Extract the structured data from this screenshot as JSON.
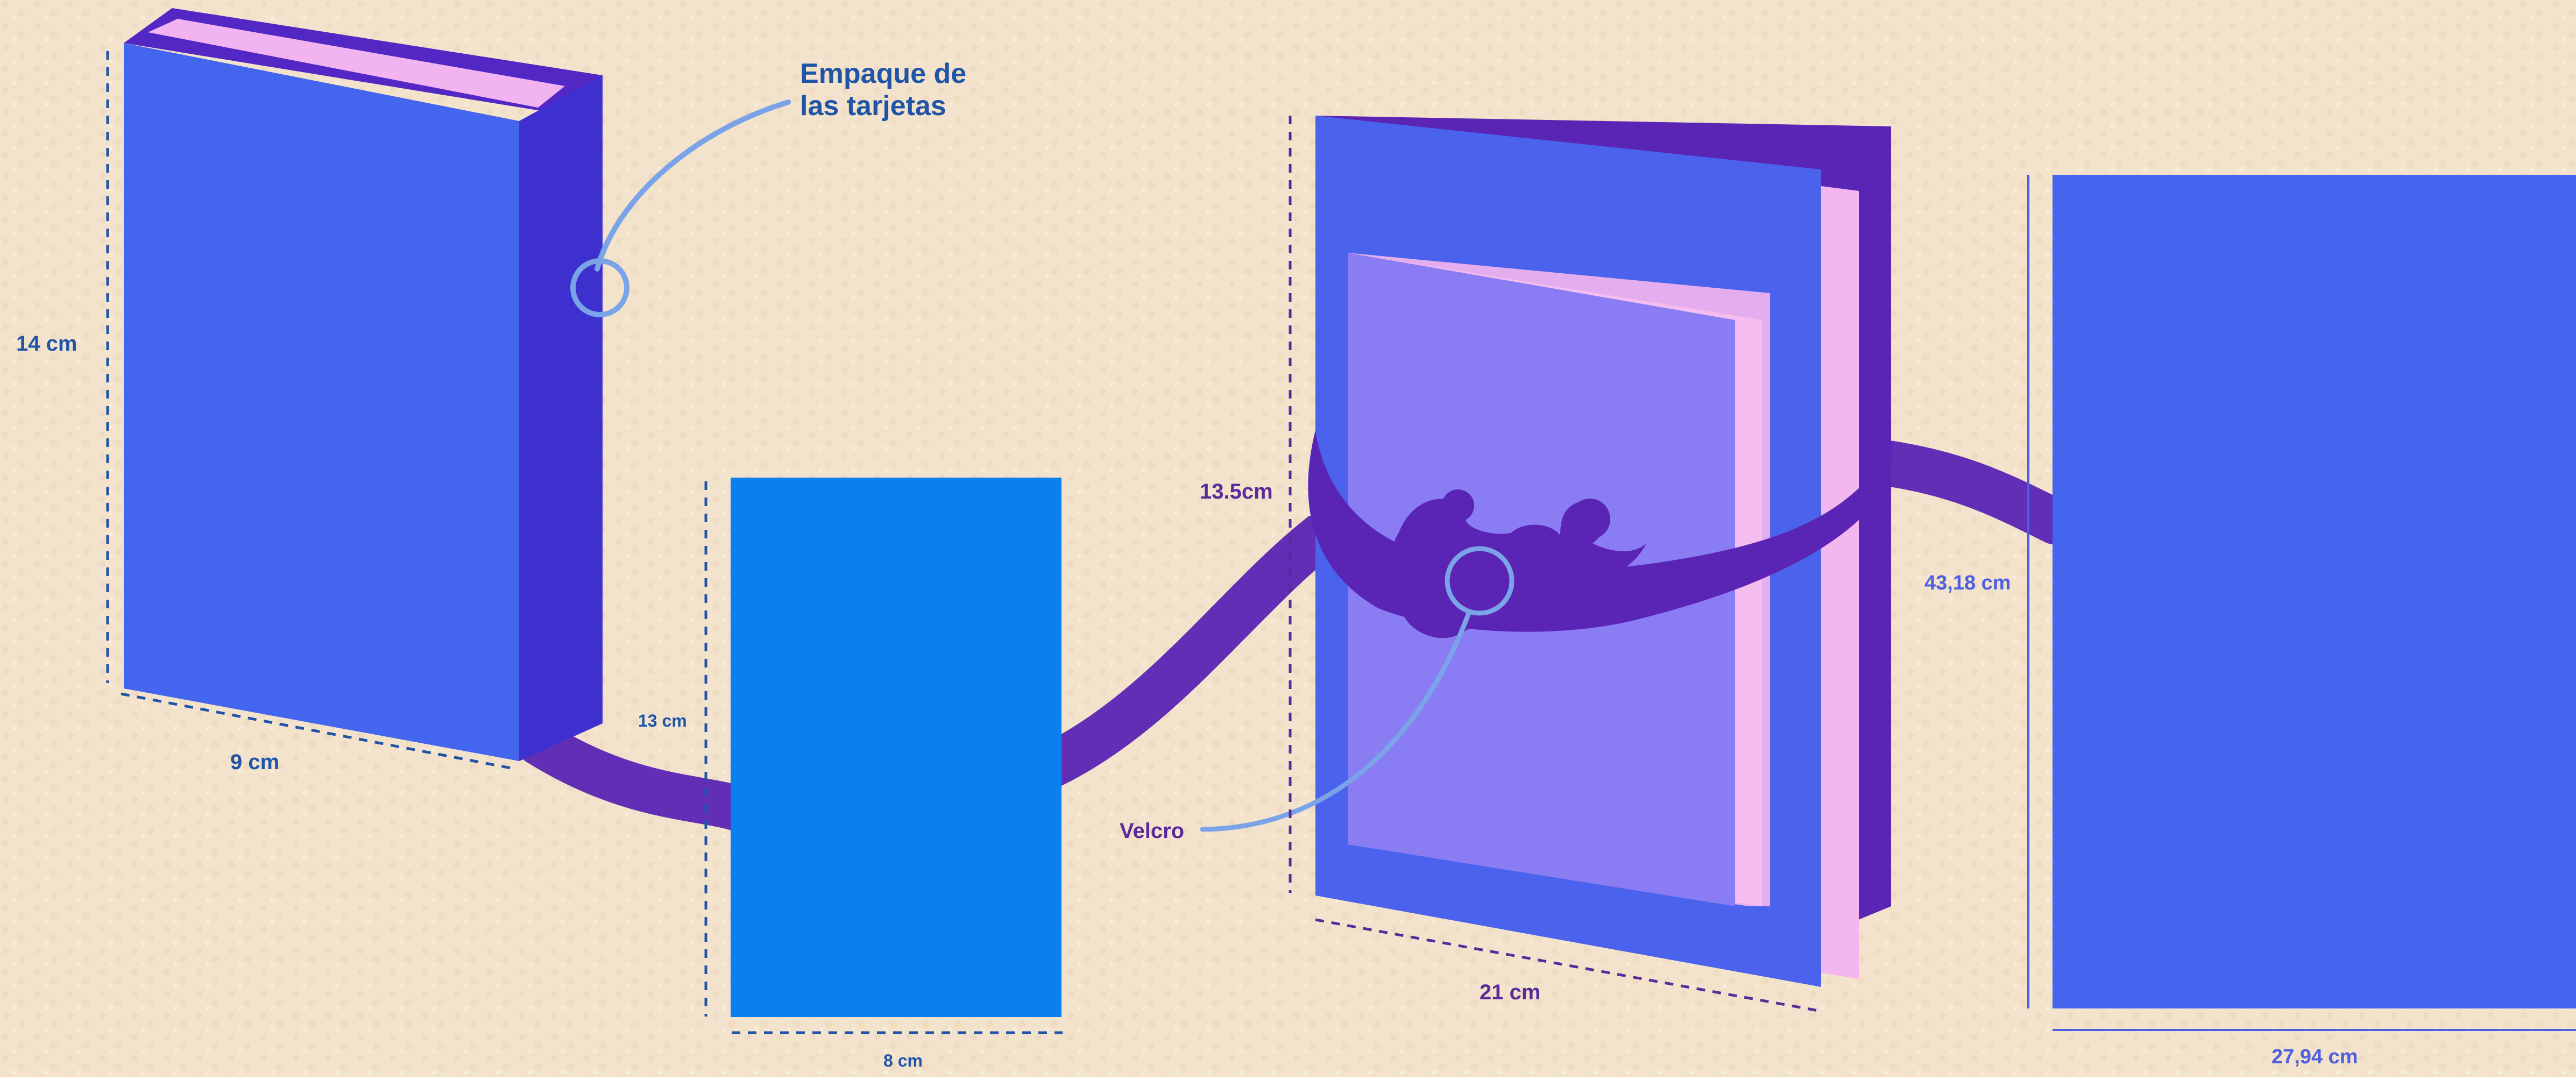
{
  "colors": {
    "background": "#f3e3cc",
    "blue_main": "#4466ee",
    "blue_side": "#3f2fd0",
    "blue_bright": "#0a7fef",
    "purple_band": "#5a24b4",
    "pink": "#f4b6ee",
    "lavender": "#8a7df4",
    "light_blue_line": "#7aa3e8",
    "dim_dark_blue": "#1f54a6",
    "dim_purple": "#5a2a9a",
    "dim_light": "#4d5fe0"
  },
  "labels": {
    "box_height": "14 cm",
    "box_width": "9 cm",
    "card_package_line1": "Empaque de",
    "card_package_line2": "las tarjetas",
    "card_height": "13 cm",
    "card_width": "8 cm",
    "book_height": "13.5cm",
    "book_width": "21 cm",
    "velcro": "Velcro",
    "sheet_height": "43,18 cm",
    "sheet_width": "27,94 cm"
  }
}
